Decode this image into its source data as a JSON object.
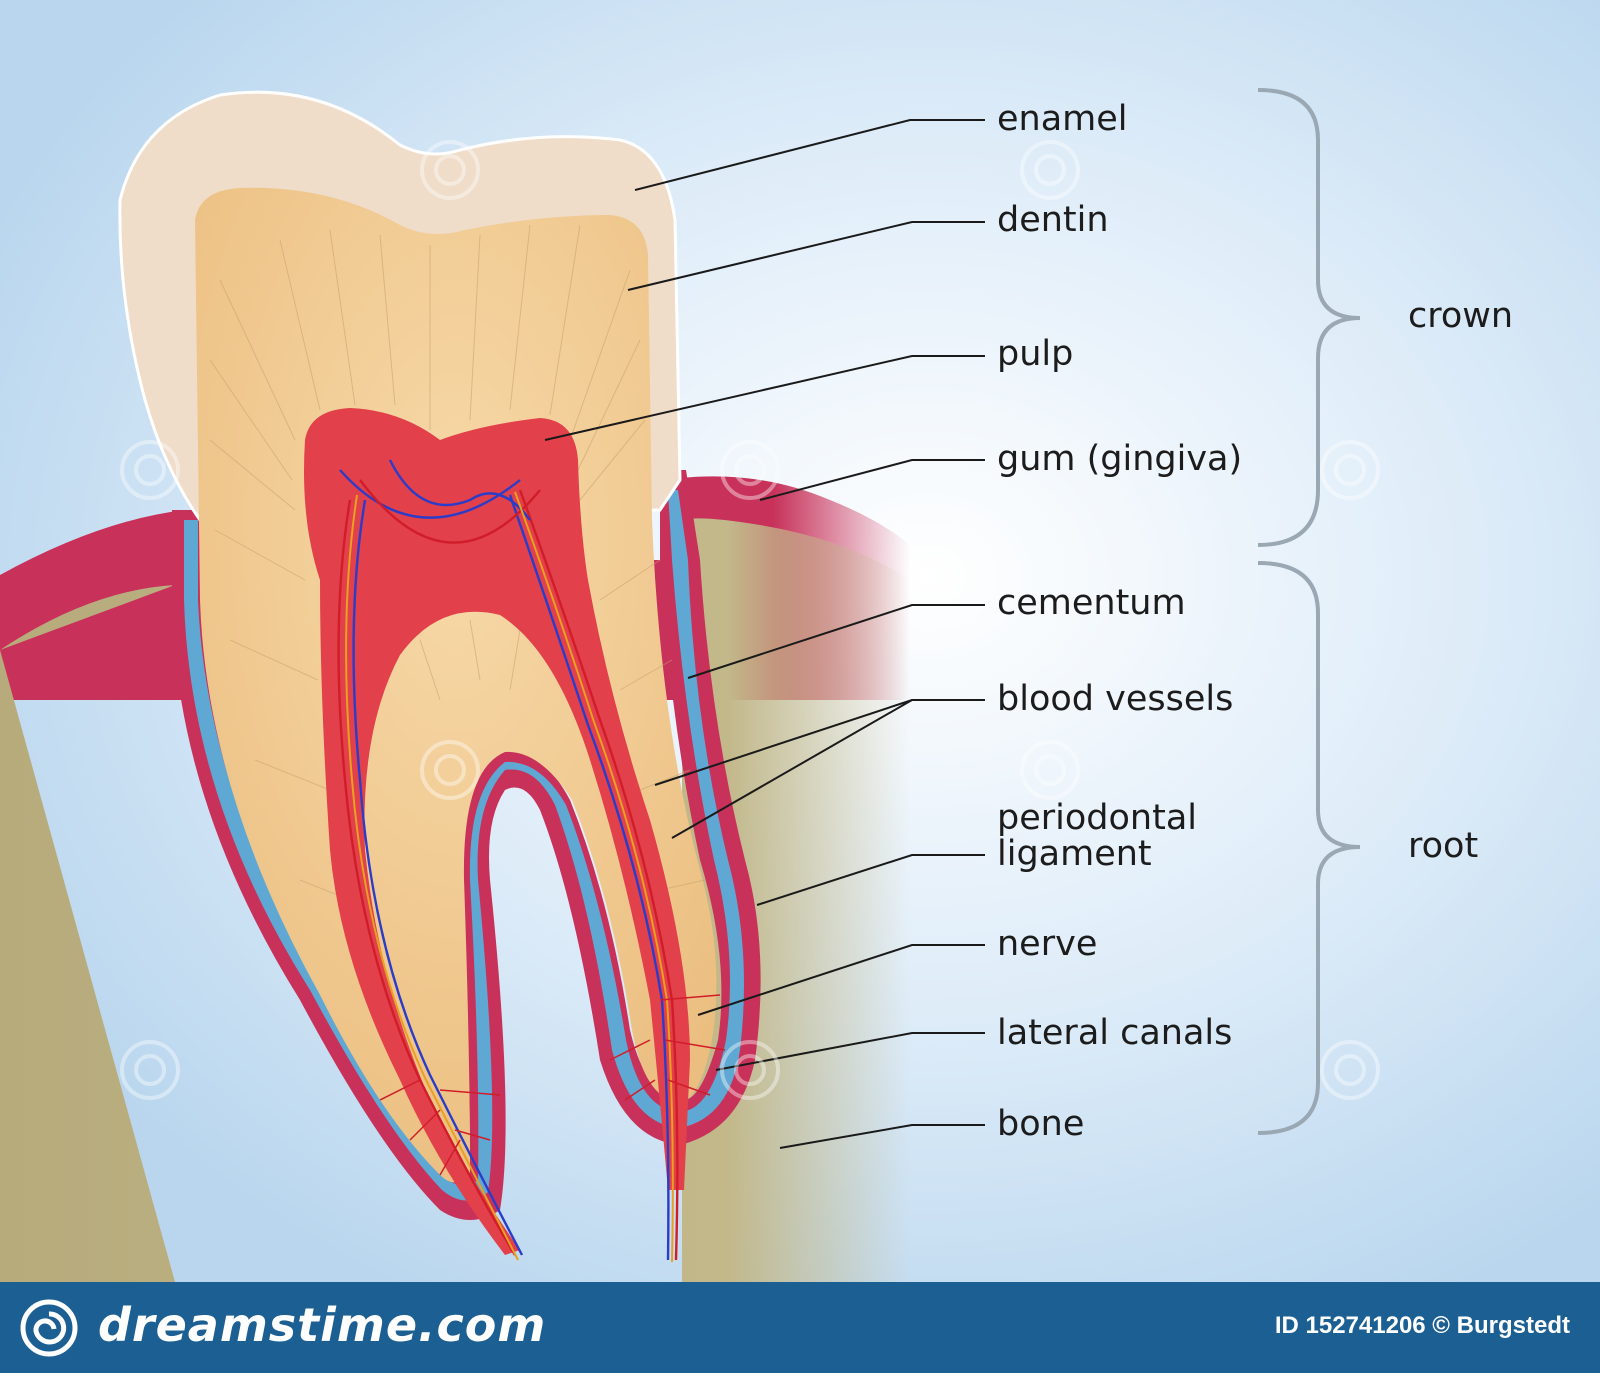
{
  "labels": {
    "enamel": "enamel",
    "dentin": "dentin",
    "pulp": "pulp",
    "gum": "gum (gingiva)",
    "cementum": "cementum",
    "blood_vessels": "blood vessels",
    "periodontal_line1": "periodontal",
    "periodontal_line2": "ligament",
    "nerve": "nerve",
    "lateral_canals": "lateral canals",
    "bone": "bone"
  },
  "groups": {
    "crown": "crown",
    "root": "root"
  },
  "watermark": "dreamstime",
  "footer": {
    "brand": "dreamstime.com",
    "id_text": "ID 152741206 © Burgstedt"
  },
  "colors": {
    "background_light": "#eef6fc",
    "background": "#c6def2",
    "enamel": "#efdcc9",
    "dentin": "#f0c98f",
    "pulp": "#e2404a",
    "gum": "#c8325a",
    "periodontal_ligament": "#5fa8d3",
    "bone": "#b8ad7f",
    "footer": "#1c5f93"
  }
}
